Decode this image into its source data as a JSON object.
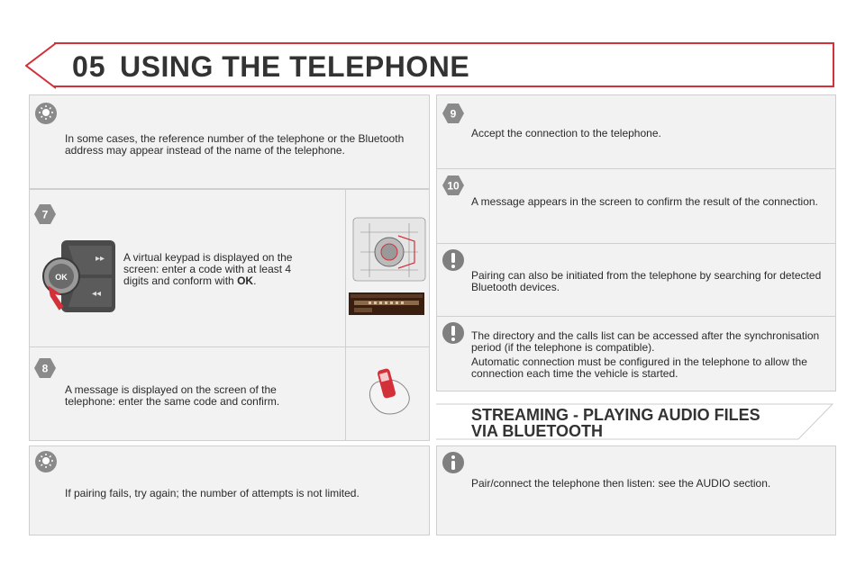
{
  "header": {
    "chapter": "05",
    "title": "USING THE TELEPHONE"
  },
  "left": {
    "note1": "In some cases, the reference number of the telephone or the Bluetooth address may appear instead of the name of the telephone.",
    "step7": {
      "number": "7",
      "text_before": "A virtual keypad is displayed on the screen: enter a code with at least 4 digits and conform with ",
      "text_bold": "OK",
      "text_after": "."
    },
    "step8": {
      "number": "8",
      "text": "A message is displayed on the screen of the telephone: enter the same code and confirm."
    },
    "note2": "If pairing fails, try again; the number of attempts is not limited."
  },
  "right": {
    "step9": {
      "number": "9",
      "text": "Accept the connection to the telephone."
    },
    "step10": {
      "number": "10",
      "text": "A message appears in the screen to confirm the result of the connection."
    },
    "warn1": "Pairing can also be initiated from the telephone by searching for detected Bluetooth devices.",
    "warn2a": "The directory and the calls list can be accessed after the synchronisation period (if the telephone is compatible).",
    "warn2b": "Automatic connection must be configured in the telephone to allow the connection each time the vehicle is started.",
    "streaming_title_1": "STREAMING - PLAYING AUDIO FILES",
    "streaming_title_2": "VIA BLUETOOTH",
    "info": "Pair/connect the telephone then listen: see the AUDIO section."
  },
  "widgets": {
    "ok_label": "OK"
  },
  "colors": {
    "accent": "#d2313a",
    "badge": "#8a8a8a",
    "panel": "#f2f2f2",
    "warn": "#7f7f7f"
  }
}
